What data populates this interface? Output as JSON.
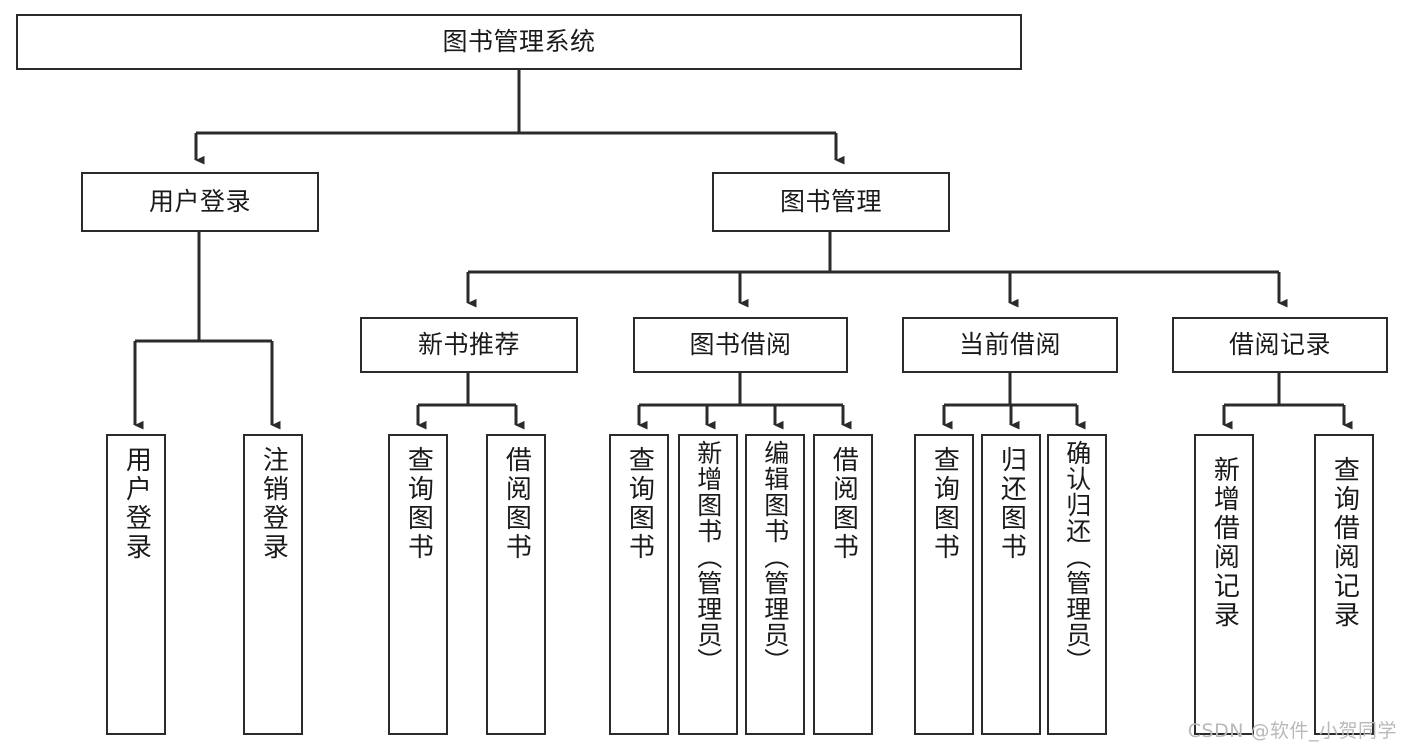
{
  "diagram": {
    "title": "图书管理系统",
    "type": "tree",
    "orientation": "top-down",
    "stroke_color": "#2b2b2b",
    "fill_color": "#ffffff",
    "text_color": "#1a1a1a"
  },
  "nodes": {
    "root": {
      "label": "图书管理系统"
    },
    "level1": [
      {
        "label": "用户登录"
      },
      {
        "label": "图书管理"
      }
    ],
    "level2": [
      {
        "label": "新书推荐"
      },
      {
        "label": "图书借阅"
      },
      {
        "label": "当前借阅"
      },
      {
        "label": "借阅记录"
      }
    ],
    "leaves_user_login": [
      {
        "label": "用户登录"
      },
      {
        "label": "注销登录"
      }
    ],
    "leaves_new_book": [
      {
        "label": "查询图书"
      },
      {
        "label": "借阅图书"
      }
    ],
    "leaves_borrow": [
      {
        "label": "查询图书"
      },
      {
        "label": "新增图书（管理员）"
      },
      {
        "label": "编辑图书（管理员）"
      },
      {
        "label": "借阅图书"
      }
    ],
    "leaves_current": [
      {
        "label": "查询图书"
      },
      {
        "label": "归还图书"
      },
      {
        "label": "确认归还（管理员）"
      }
    ],
    "leaves_records": [
      {
        "label": "新增借阅记录"
      },
      {
        "label": "查询借阅记录"
      }
    ]
  },
  "watermark": {
    "text": "CSDN @软件_小贺同学"
  }
}
